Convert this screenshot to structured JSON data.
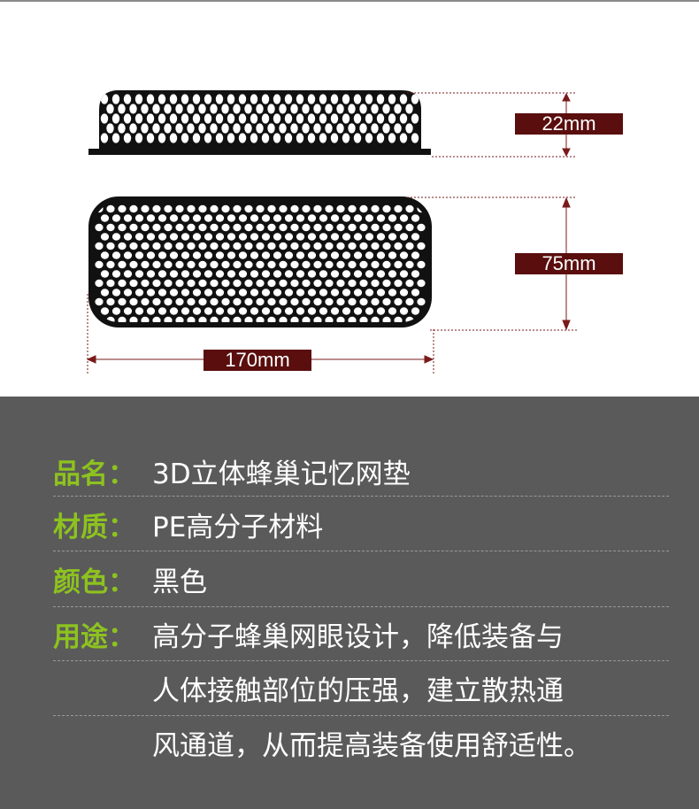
{
  "dimensions": {
    "height": "22mm",
    "width": "75mm",
    "length": "170mm"
  },
  "colors": {
    "label_bg": "#5a0e0e",
    "guide": "#7a1a1a",
    "panel_bg": "#5a5a5a",
    "label_text": "#8dc21f",
    "value_text": "#ffffff"
  },
  "specs": [
    {
      "label": "品名：",
      "lines": [
        "3D立体蜂巢记忆网垫"
      ]
    },
    {
      "label": "材质：",
      "lines": [
        "PE高分子材料"
      ]
    },
    {
      "label": "颜色：",
      "lines": [
        "黑色"
      ]
    },
    {
      "label": "用途：",
      "lines": [
        "高分子蜂巢网眼设计，降低装备与",
        "人体接触部位的压强，建立散热通",
        "风通道，从而提高装备使用舒适性。"
      ]
    }
  ]
}
